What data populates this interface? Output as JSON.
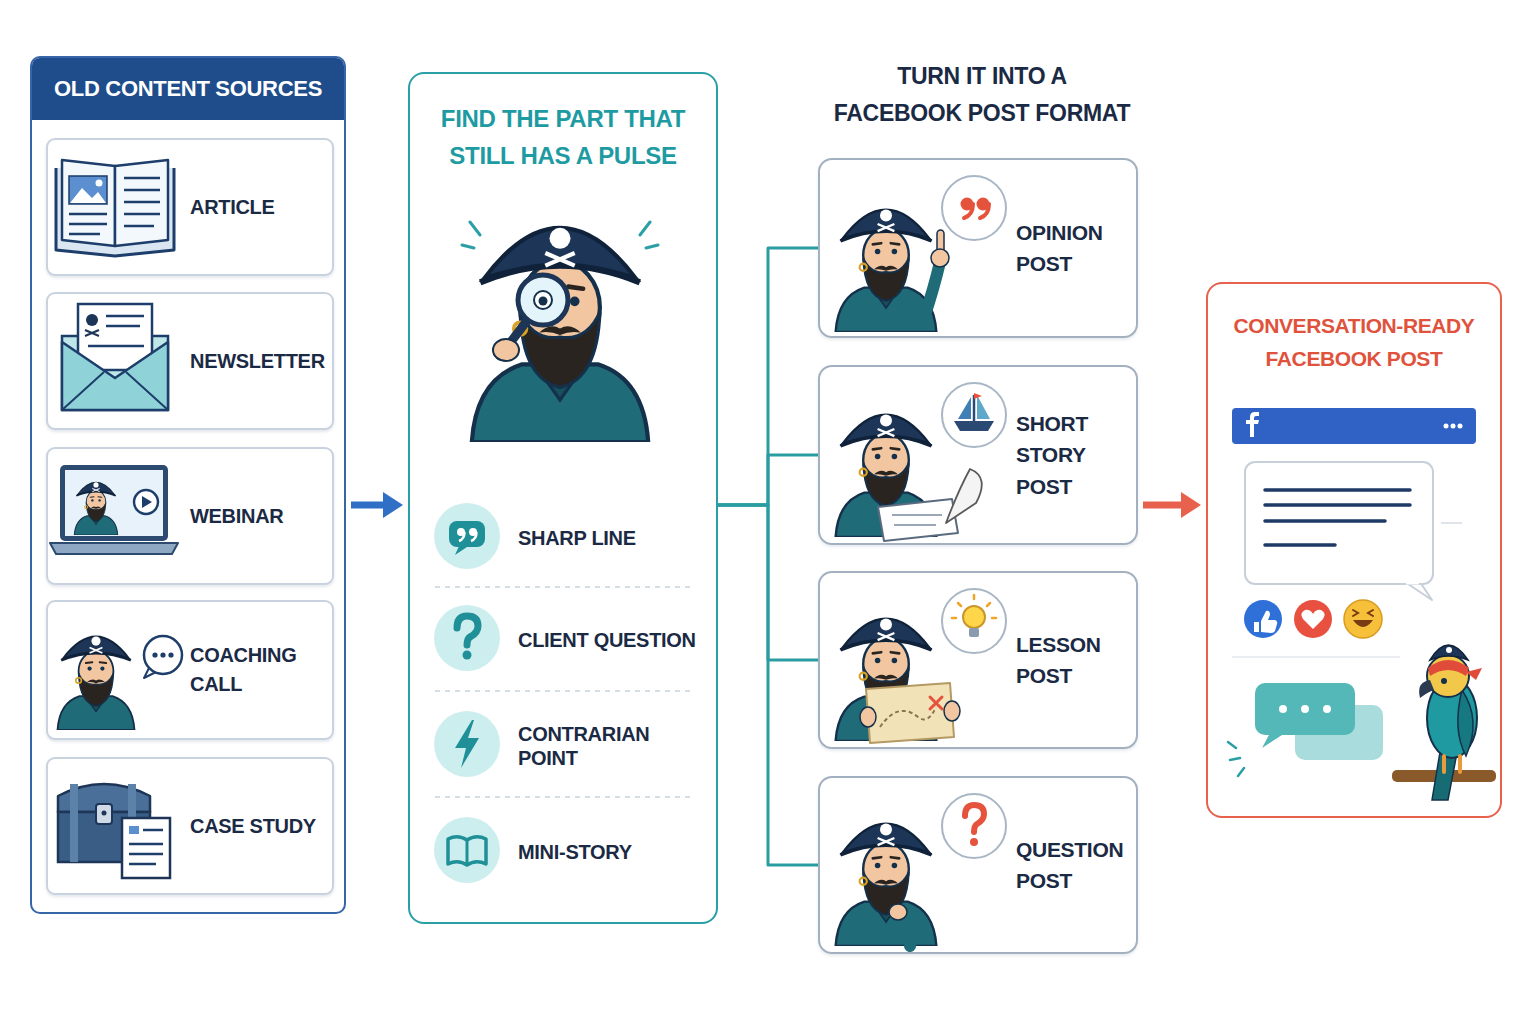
{
  "diagram": {
    "nodes": [
      {
        "text": [
          "OLD CONTENT SOURCES"
        ]
      },
      {
        "text": [
          "ARTICLE"
        ],
        "in": 0
      },
      {
        "text": [
          "NEWSLETTER"
        ],
        "in": 0
      },
      {
        "text": [
          "WEBINAR"
        ],
        "in": 0
      },
      {
        "text": [
          "COACHING CALL"
        ],
        "in": 0
      },
      {
        "text": [
          "CASE STUDY"
        ],
        "in": 0
      },
      {
        "text": [
          "FIND THE PART THAT STILL HAS A PULSE"
        ]
      },
      {
        "text": [
          "SHARP LINE"
        ],
        "in": 6
      },
      {
        "text": [
          "CLIENT QUESTION"
        ],
        "in": 6
      },
      {
        "text": [
          "CONTRARIAN POINT"
        ],
        "in": 6
      },
      {
        "text": [
          "MINI-STORY"
        ],
        "in": 6
      },
      {
        "text": [
          "OPINION POST"
        ]
      },
      {
        "text": [
          "SHORT STORY POST"
        ]
      },
      {
        "text": [
          "LESSON POST"
        ]
      },
      {
        "text": [
          "QUESTION POST"
        ]
      },
      {
        "text": [
          "CONVERSATION-READY FACEBOOK POST"
        ]
      }
    ],
    "edges": [
      {
        "from": 0,
        "to": 6,
        "arrow": "to"
      },
      {
        "from": 6,
        "to": 11,
        "arrow": "none"
      },
      {
        "from": 6,
        "to": 12,
        "arrow": "none"
      },
      {
        "from": 6,
        "to": 13,
        "arrow": "none"
      },
      {
        "from": 6,
        "to": 14,
        "arrow": "none"
      },
      {
        "from": 12,
        "to": 15,
        "arrow": "to"
      }
    ],
    "labels": [
      "TURN IT INTO A FACEBOOK POST FORMAT"
    ]
  }
}
